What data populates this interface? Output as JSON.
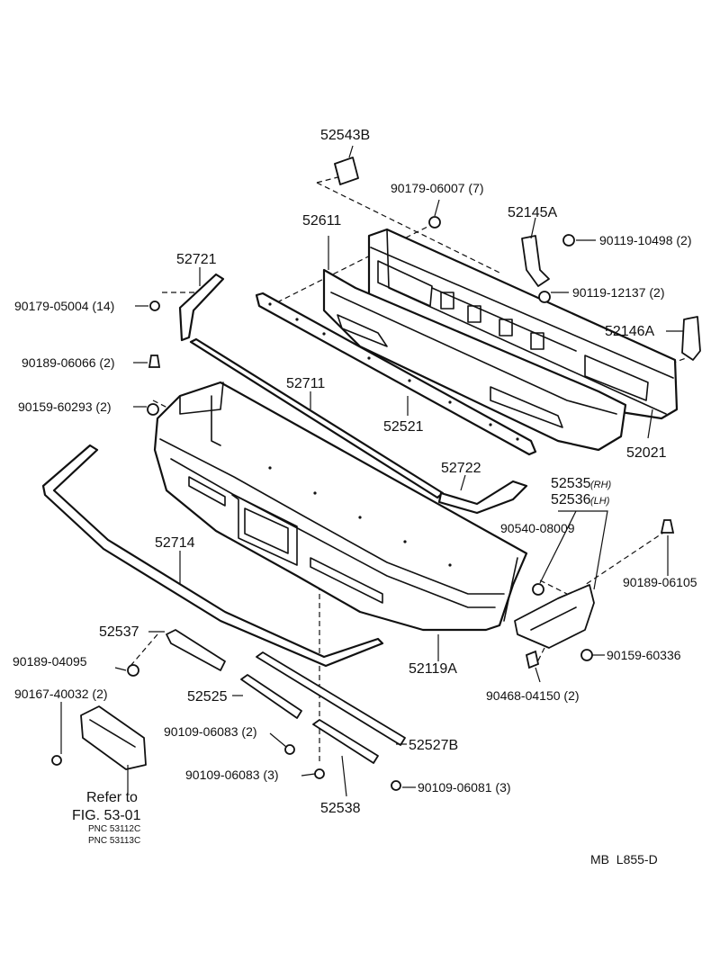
{
  "labels": {
    "p52543B": "52543B",
    "p90179_06007": "90179-06007 (7)",
    "p52611": "52611",
    "p52145A": "52145A",
    "p90119_10498": "90119-10498 (2)",
    "p52721": "52721",
    "p90179_05004": "90179-05004 (14)",
    "p90119_12137": "90119-12137 (2)",
    "p52146A": "52146A",
    "p90189_06066": "90189-06066 (2)",
    "p52711": "52711",
    "p90159_60293": "90159-60293 (2)",
    "p52521": "52521",
    "p52021": "52021",
    "p52722": "52722",
    "p52535": "52535",
    "p52535_side": "(RH)",
    "p52536": "52536",
    "p52536_side": "(LH)",
    "p90540_08009": "90540-08009",
    "p52714": "52714",
    "p90189_06105": "90189-06105",
    "p52537": "52537",
    "p90189_04095": "90189-04095",
    "p52119A": "52119A",
    "p90159_60336": "90159-60336",
    "p90167_40032": "90167-40032 (2)",
    "p52525": "52525",
    "p90468_04150": "90468-04150 (2)",
    "p90109_06083a": "90109-06083 (2)",
    "p52527B": "52527B",
    "p90109_06083b": "90109-06083 (3)",
    "p90109_06081": "90109-06081 (3)",
    "p52538": "52538",
    "refer_line1": "Refer to",
    "refer_line2": "FIG. 53-01",
    "pnc1": "PNC 53112C",
    "pnc2": "PNC 53113C",
    "code": "MB  L855-D"
  }
}
